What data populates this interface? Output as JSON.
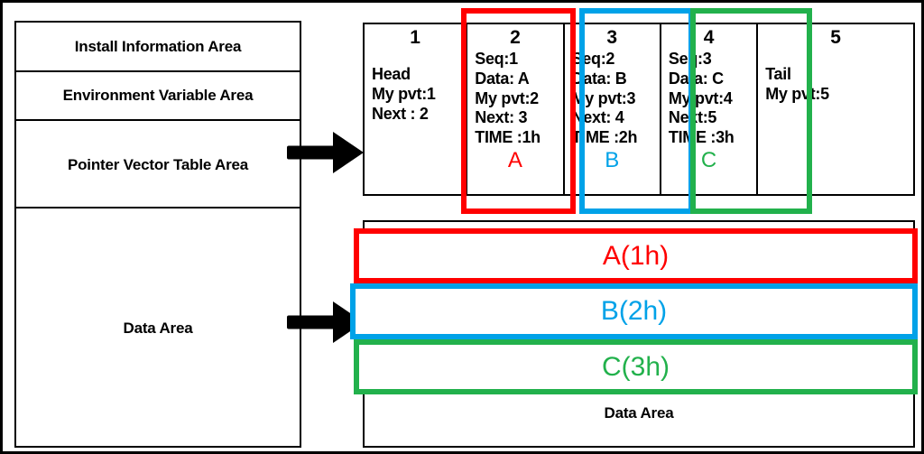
{
  "memory_areas": [
    {
      "id": "install-information-area",
      "label": "Install Information Area"
    },
    {
      "id": "environment-variable-area",
      "label": "Environment Variable Area"
    },
    {
      "id": "pointer-vector-table-area",
      "label": "Pointer Vector Table Area"
    },
    {
      "id": "data-area",
      "label": "Data Area"
    }
  ],
  "pointer_vector_table": {
    "cells": [
      {
        "number": "1",
        "lines": [
          "Head",
          "My pvt:1",
          "Next : 2"
        ],
        "tag": "",
        "tag_color": ""
      },
      {
        "number": "2",
        "lines": [
          "Seq:1",
          "Data: A",
          "My pvt:2",
          "Next: 3",
          "TIME :1h"
        ],
        "tag": "A",
        "tag_color": "#ff0000"
      },
      {
        "number": "3",
        "lines": [
          "Seq:2",
          "Data: B",
          "My pvt:3",
          "Next: 4",
          "TIME :2h"
        ],
        "tag": "B",
        "tag_color": "#00a2e8"
      },
      {
        "number": "4",
        "lines": [
          "Seq:3",
          "Data: C",
          "My pvt:4",
          "Next:5",
          "TIME :3h"
        ],
        "tag": "C",
        "tag_color": "#22b14c"
      },
      {
        "number": "5",
        "lines": [
          "Tail",
          "My pvt:5"
        ],
        "tag": "",
        "tag_color": ""
      }
    ]
  },
  "data_area": {
    "panel_label": "Data Area",
    "blocks": [
      {
        "label": "A(1h)",
        "color": "#ff0000"
      },
      {
        "label": "B(2h)",
        "color": "#00a2e8"
      },
      {
        "label": "C(3h)",
        "color": "#22b14c"
      }
    ]
  },
  "colors": {
    "red": "#ff0000",
    "blue": "#00a2e8",
    "green": "#22b14c",
    "outline": "#000000",
    "background": "#ffffff"
  }
}
